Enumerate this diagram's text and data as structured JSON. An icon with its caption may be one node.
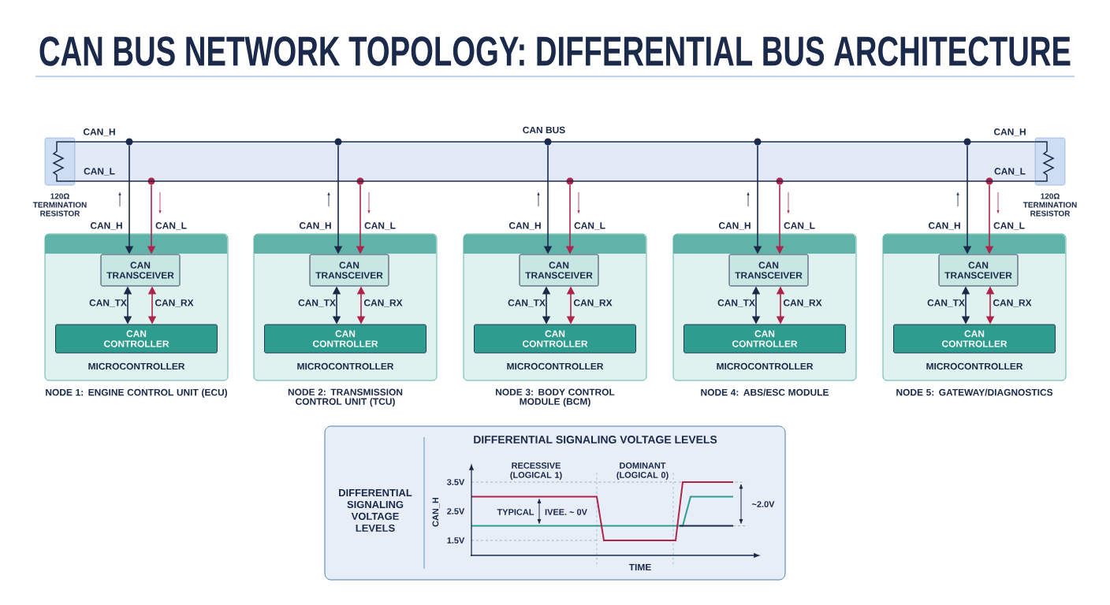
{
  "diagram": {
    "title": "CAN BUS NETWORK TOPOLOGY: DIFFERENTIAL BUS ARCHITECTURE",
    "nodes": [
      {
        "text": [
          "120Ω TERMINATION RESISTOR"
        ]
      },
      {
        "text": [
          "120Ω TERMINATION RESISTOR"
        ]
      },
      {
        "text": [
          "MICROCONTROLLER"
        ],
        "beside": [
          "NODE 1: ENGINE CONTROL UNIT (ECU)"
        ]
      },
      {
        "text": [
          "CAN TRANSCEIVER"
        ],
        "in": 2
      },
      {
        "text": [
          "CAN CONTROLLER"
        ],
        "in": 2
      },
      {
        "text": [
          "MICROCONTROLLER"
        ],
        "beside": [
          "NODE 2: TRANSMISSION CONTROL UNIT (TCU)"
        ]
      },
      {
        "text": [
          "CAN TRANSCEIVER"
        ],
        "in": 5
      },
      {
        "text": [
          "CAN CONTROLLER"
        ],
        "in": 5
      },
      {
        "text": [
          "MICROCONTROLLER"
        ],
        "beside": [
          "NODE 3: BODY CONTROL MODULE (BCM)"
        ]
      },
      {
        "text": [
          "CAN TRANSCEIVER"
        ],
        "in": 8
      },
      {
        "text": [
          "CAN CONTROLLER"
        ],
        "in": 8
      },
      {
        "text": [
          "MICROCONTROLLER"
        ],
        "beside": [
          "NODE 4: ABS/ESC MODULE"
        ]
      },
      {
        "text": [
          "CAN TRANSCEIVER"
        ],
        "in": 11
      },
      {
        "text": [
          "CAN CONTROLLER"
        ],
        "in": 11
      },
      {
        "text": [
          "MICROCONTROLLER"
        ],
        "beside": [
          "NODE 5: GATEWAY/DIAGNOSTICS"
        ]
      },
      {
        "text": [
          "CAN TRANSCEIVER"
        ],
        "in": 14
      },
      {
        "text": [
          "CAN CONTROLLER"
        ],
        "in": 14
      },
      {
        "text": [
          "DIFFERENTIAL SIGNALING VOLTAGE LEVELS",
          "DIFFERENTIAL SIGNALING VOLTAGE LEVELS"
        ]
      },
      {
        "text": [],
        "shape": "circle"
      },
      {
        "text": [],
        "shape": "circle"
      },
      {
        "text": [],
        "shape": "circle"
      },
      {
        "text": [],
        "shape": "circle"
      },
      {
        "text": [],
        "shape": "circle"
      },
      {
        "text": [],
        "shape": "circle"
      },
      {
        "text": [],
        "shape": "circle"
      },
      {
        "text": [],
        "shape": "circle"
      },
      {
        "text": [],
        "shape": "circle"
      },
      {
        "text": [],
        "shape": "circle"
      }
    ],
    "edges": [
      {
        "from": 18,
        "to": 3,
        "arrow": "to",
        "label": "CAN_H"
      },
      {
        "from": 19,
        "to": 3,
        "arrow": "to",
        "label": "CAN_L",
        "color": "#b0234a"
      },
      {
        "from": 3,
        "to": 4,
        "arrow": "both",
        "label": "CAN_TX"
      },
      {
        "from": 3,
        "to": 4,
        "arrow": "both",
        "label": "CAN_RX",
        "color": "#b0234a"
      },
      {
        "from": 20,
        "to": 6,
        "arrow": "to",
        "label": "CAN_H"
      },
      {
        "from": 21,
        "to": 6,
        "arrow": "to",
        "label": "CAN_L",
        "color": "#b0234a"
      },
      {
        "from": 6,
        "to": 7,
        "arrow": "both",
        "label": "CAN_TX"
      },
      {
        "from": 6,
        "to": 7,
        "arrow": "both",
        "label": "CAN_RX",
        "color": "#b0234a"
      },
      {
        "from": 22,
        "to": 9,
        "arrow": "to",
        "label": "CAN_H"
      },
      {
        "from": 23,
        "to": 9,
        "arrow": "to",
        "label": "CAN_L",
        "color": "#b0234a"
      },
      {
        "from": 9,
        "to": 10,
        "arrow": "both",
        "label": "CAN_TX"
      },
      {
        "from": 9,
        "to": 10,
        "arrow": "both",
        "label": "CAN_RX",
        "color": "#b0234a"
      },
      {
        "from": 24,
        "to": 12,
        "arrow": "to",
        "label": "CAN_H"
      },
      {
        "from": 25,
        "to": 12,
        "arrow": "to",
        "label": "CAN_L",
        "color": "#b0234a"
      },
      {
        "from": 12,
        "to": 13,
        "arrow": "both",
        "label": "CAN_TX"
      },
      {
        "from": 12,
        "to": 13,
        "arrow": "both",
        "label": "CAN_RX",
        "color": "#b0234a"
      },
      {
        "from": 26,
        "to": 15,
        "arrow": "to",
        "label": "CAN_H"
      },
      {
        "from": 27,
        "to": 15,
        "arrow": "to",
        "label": "CAN_L",
        "color": "#b0234a"
      },
      {
        "from": 15,
        "to": 16,
        "arrow": "both",
        "label": "CAN_TX"
      },
      {
        "from": 15,
        "to": 16,
        "arrow": "both",
        "label": "CAN_RX",
        "color": "#b0234a"
      },
      {
        "from": 0,
        "to": 1,
        "arrow": "none"
      },
      {
        "from": 0,
        "to": 1,
        "arrow": "none"
      }
    ],
    "labels": [
      "CAN_H",
      "CAN BUS",
      "CAN_H",
      "CAN_L",
      "CAN_L",
      "RECESSIVE (LOGICAL 1)",
      "DOMINANT (LOGICAL 0)",
      "3.5V",
      "2.5V",
      "CAN_H",
      "TYPICAL",
      "IVEE. ~ 0V",
      "~2.0V",
      "1.5V",
      "TIME"
    ]
  }
}
